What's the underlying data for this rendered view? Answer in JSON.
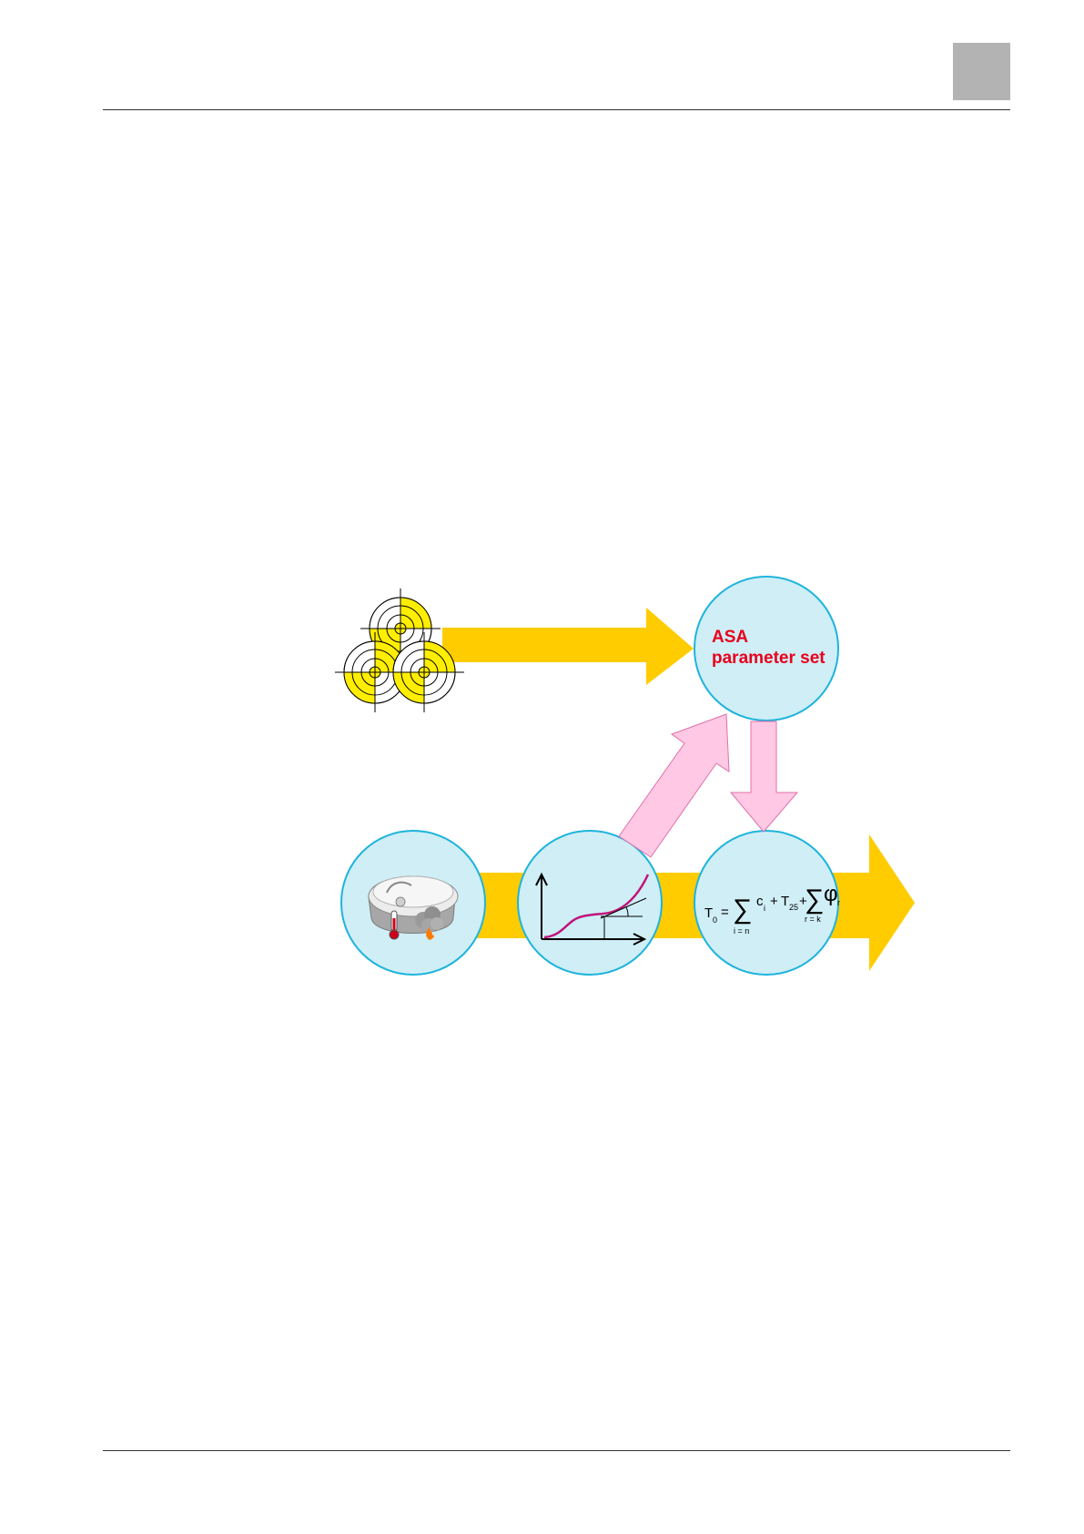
{
  "page": {
    "header_rule": true,
    "footer_rule": true,
    "chapter_tab_color": "#b3b3b3"
  },
  "diagram": {
    "asa_node": {
      "line1": "ASA",
      "line2": "parameter set"
    },
    "formula": {
      "lhs": "T",
      "lhs_sub": "0",
      "eq": "=",
      "sum1_term": "c",
      "sum1_term_sub": "i",
      "sum1_index": "i = n",
      "plus1": "+",
      "mid": "T",
      "mid_sub": "25",
      "plus2": "+",
      "sum2_term": "φ",
      "sum2_term_sub": "r",
      "sum2_index": "r = k"
    },
    "colors": {
      "yellow_arrow": "#ffcc00",
      "pink_arrow": "#ffc8e4",
      "pink_arrow_stroke": "#e070a8",
      "node_fill": "#cfeef6",
      "node_stroke": "#1fb4dc",
      "curve": "#c0157a",
      "label_red": "#e8001c"
    },
    "icons": [
      "target-pattern-icon",
      "detector-icon",
      "thermometer-icon",
      "smoke-icon",
      "flame-icon",
      "curve-graph-icon"
    ]
  }
}
